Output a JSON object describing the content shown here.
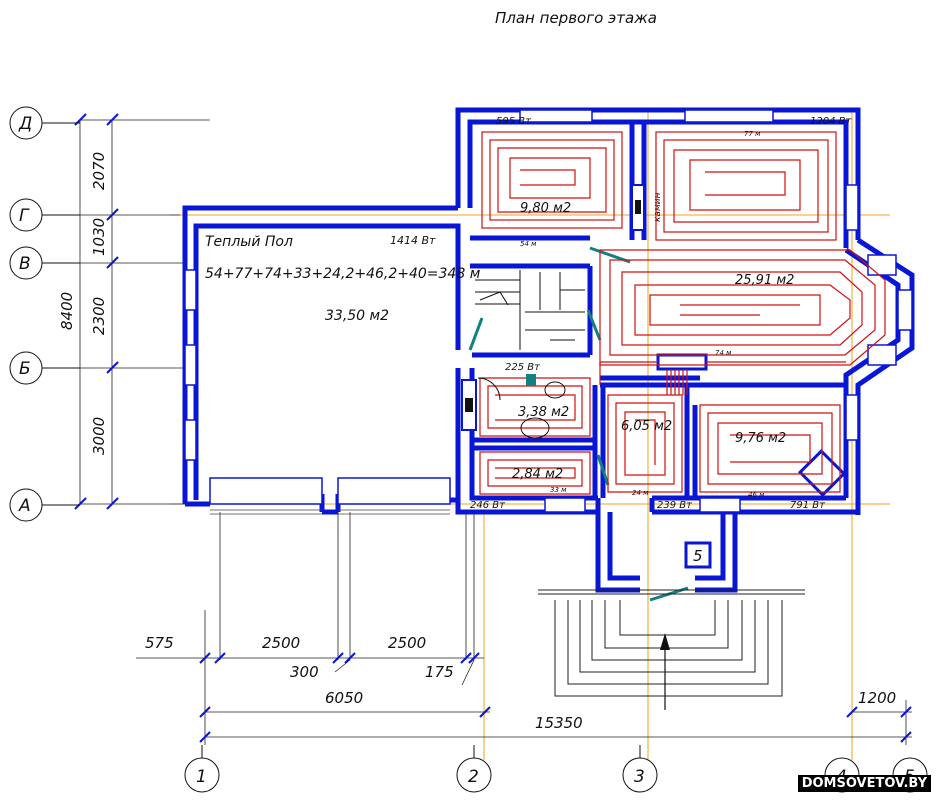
{
  "title": "План первого этажа",
  "axes_letters": [
    "Д",
    "Г",
    "В",
    "Б",
    "А"
  ],
  "axes_numbers": [
    "1",
    "2",
    "3",
    "4",
    "5"
  ],
  "vertical_dims": [
    "2070",
    "1030",
    "2300",
    "3000",
    "8400"
  ],
  "bottom_dims": {
    "d575": "575",
    "d2500a": "2500",
    "d2500b": "2500",
    "d300": "300",
    "d175": "175",
    "d6050": "6050",
    "d15350": "15350",
    "d1200": "1200"
  },
  "warm_floor": {
    "title": "Теплый Пол",
    "power": "1414 Вт",
    "formula": "54+77+74+33+24,2+46,2+40=348 м",
    "area": "33,50 м2"
  },
  "rooms": {
    "r1_area": "9,80 м2",
    "r1_power": "595 Вт",
    "r1_len": "54 м",
    "r2_area": "25,91 м2",
    "r2_power": "1204 Вт",
    "r2_len": "77 м",
    "r2_len2": "74 м",
    "r3_area": "3,38 м2",
    "r3_power": "225 Вт",
    "r4_area": "2,84 м2",
    "r4_power": "246 Вт",
    "r4_len": "33 м",
    "r5_area": "6,05 м2",
    "r5_power": "239 Вт",
    "r5_len": "24 м",
    "r6_area": "9,76 м2",
    "r6_power": "791 Вт",
    "r6_len": "46 м",
    "chimney": "камин"
  },
  "entrance_marker": "5",
  "watermark": "DOMSOVETOV.BY",
  "colors": {
    "wall": "#0a16d6",
    "pipe": "#d01010",
    "grid": "#f0a020",
    "door": "#108080"
  }
}
